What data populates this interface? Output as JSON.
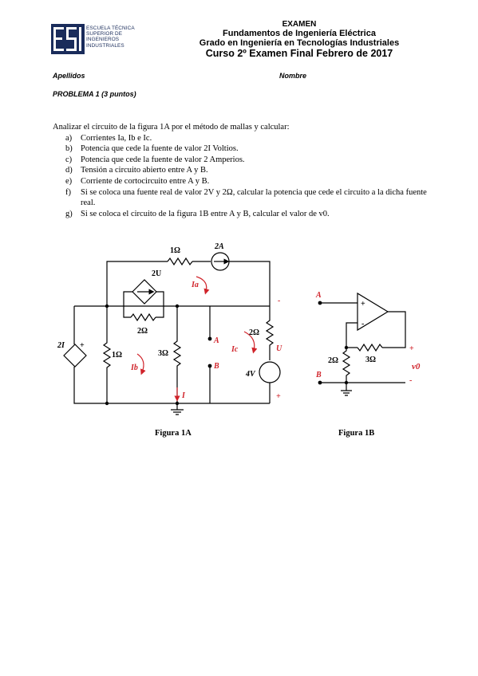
{
  "logo": {
    "lines": [
      "ESCUELA TÉCNICA",
      "SUPERIOR DE",
      "INGENIEROS",
      "INDUSTRIALES"
    ]
  },
  "header": {
    "line1": "EXAMEN",
    "line2": "Fundamentos de Ingeniería Eléctrica",
    "line3": "Grado en Ingeniería en Tecnologías Industriales",
    "line4": "Curso 2º  Examen Final Febrero de 2017"
  },
  "fields": {
    "surname_label": "Apellidos",
    "name_label": "Nombre"
  },
  "problem": {
    "title": "PROBLEMA 1 (3 puntos)",
    "intro": "Analizar el circuito de la figura 1A por el método de mallas y calcular:",
    "items": [
      {
        "label": "a)",
        "text": "Corrientes Ia, Ib e Ic."
      },
      {
        "label": "b)",
        "text": "Potencia que cede la fuente de valor 2I Voltios."
      },
      {
        "label": "c)",
        "text": "Potencia que cede la fuente de valor 2 Amperios."
      },
      {
        "label": "d)",
        "text": "Tensión a circuito abierto entre A y B."
      },
      {
        "label": "e)",
        "text": "Corriente de cortocircuito entre A y B."
      },
      {
        "label": "f)",
        "text": "Si se coloca una fuente real de valor 2V  y 2Ω, calcular la potencia que cede el circuito a la dicha fuente real."
      },
      {
        "label": "g)",
        "text": "Si se coloca el circuito de la figura 1B entre A y B, calcular el valor de v0."
      }
    ]
  },
  "figure_1a": {
    "caption": "Figura 1A",
    "labels": {
      "r_top": "1Ω",
      "src_2a": "2A",
      "dep_2u": "2U",
      "r_2u_parallel": "2Ω",
      "r_left": "1Ω",
      "r_mid": "3Ω",
      "r_right": "2Ω",
      "src_2i": "2I",
      "src_2i_plus": "+",
      "src_4v": "4V",
      "u_label": "U",
      "u_minus": "-",
      "u_plus": "+",
      "mesh_a": "Ia",
      "mesh_b": "Ib",
      "mesh_c": "Ic",
      "node_a": "A",
      "node_b": "B",
      "i_label": "I"
    }
  },
  "figure_1b": {
    "caption": "Figura 1B",
    "labels": {
      "node_a": "A",
      "node_b": "B",
      "opamp_plus": "+",
      "opamp_minus": "-",
      "r_ground": "2Ω",
      "r_feedback": "3Ω",
      "out_plus": "+",
      "out_minus": "-",
      "v0": "v0"
    }
  },
  "colors": {
    "annotation": "#d0232a",
    "logo_blue": "#1a2c5b"
  }
}
